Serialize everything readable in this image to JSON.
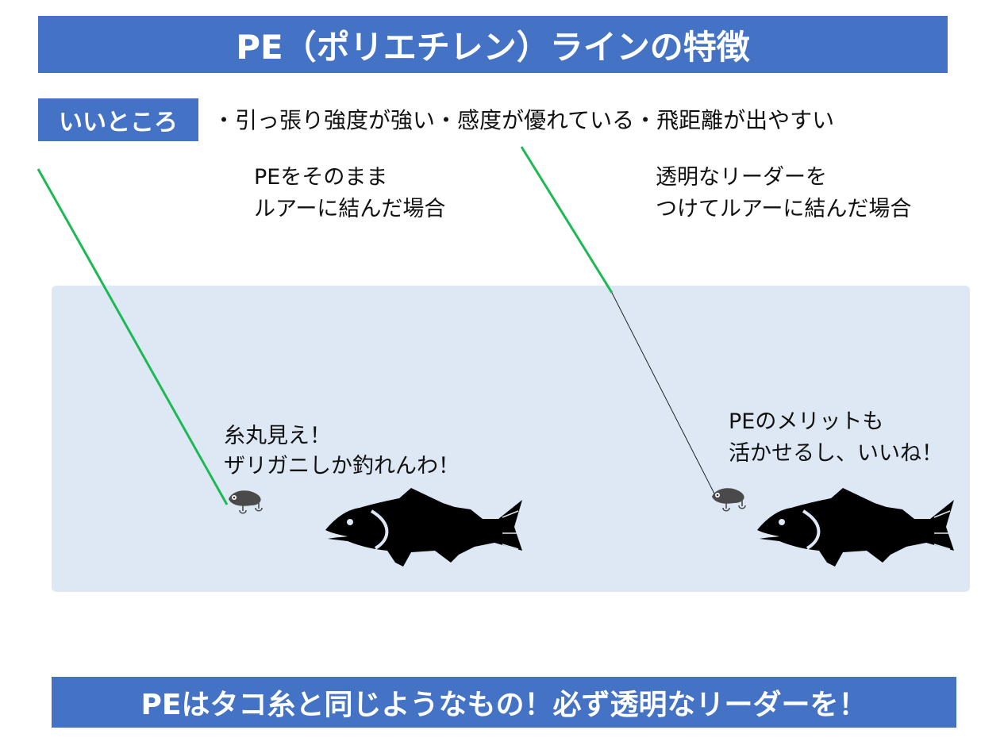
{
  "title": "PE（ポリエチレン）ラインの特徴",
  "good_label": "いいところ",
  "good_points": "・引っ張り強度が強い・感度が優れている・飛距離が出やすい",
  "left_scene": {
    "caption_line1": "PEをそのまま",
    "caption_line2": "ルアーに結んだ場合",
    "fish_line1": "糸丸見え！",
    "fish_line2": "ザリガニしか釣れんわ！"
  },
  "right_scene": {
    "caption_line1": "透明なリーダーを",
    "caption_line2": "つけてルアーに結んだ場合",
    "fish_line1": "PEのメリットも",
    "fish_line2": "活かせるし、いいね！"
  },
  "footer": "PEはタコ糸と同じようなもの！必ず透明なリーダーを！",
  "colors": {
    "accent": "#4472c4",
    "water": "#dde8f4",
    "pe_line": "#1db954",
    "leader": "#222222"
  }
}
